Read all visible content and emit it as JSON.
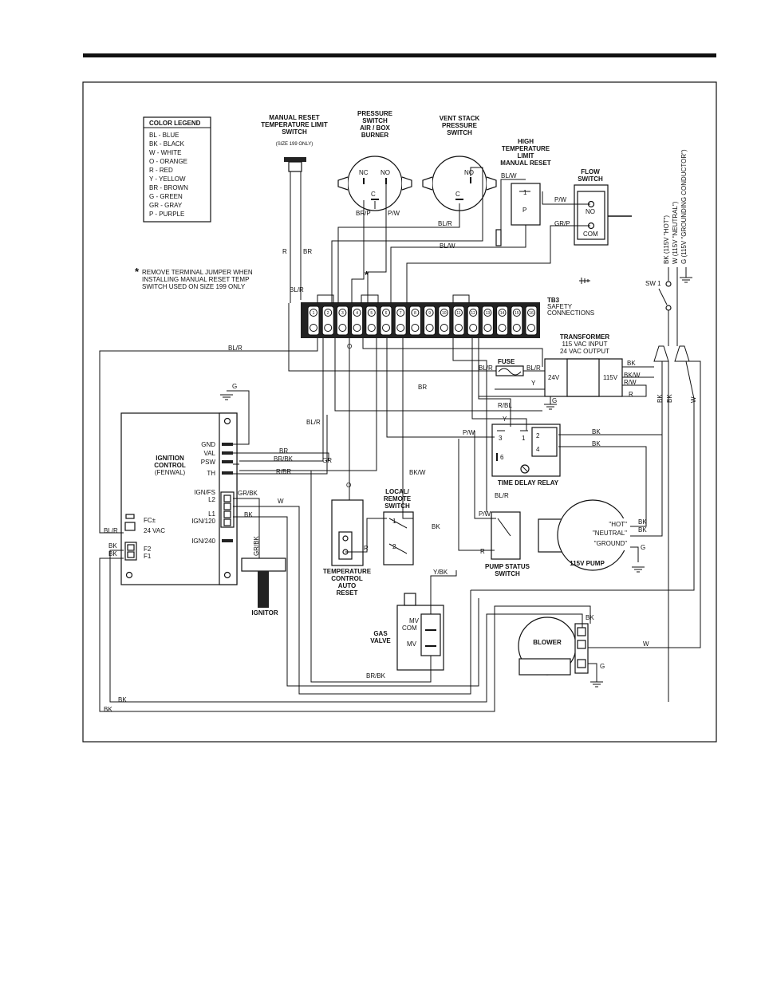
{
  "legend": {
    "title": "COLOR LEGEND",
    "items": [
      "BL  - BLUE",
      "BK  - BLACK",
      "W  -  WHITE",
      "O  -  ORANGE",
      "R  -  RED",
      "Y  -  YELLOW",
      "BR - BROWN",
      "G  -  GREEN",
      "GR - GRAY",
      "P  -  PURPLE"
    ]
  },
  "note": {
    "asterisk": "*",
    "lines": [
      "REMOVE TERMINAL JUMPER WHEN",
      "INSTALLING MANUAL RESET TEMP",
      "SWITCH USED ON SIZE 199 ONLY"
    ]
  },
  "components": {
    "manual_reset": [
      "MANUAL RESET",
      "TEMPERATURE LIMIT",
      "SWITCH"
    ],
    "manual_reset_sub": "(SIZE 199 ONLY)",
    "pressure_switch": [
      "PRESSURE",
      "SWITCH",
      "AIR / BOX",
      "BURNER"
    ],
    "vent_stack": [
      "VENT STACK",
      "PRESSURE",
      "SWITCH"
    ],
    "high_temp": [
      "HIGH",
      "TEMPERATURE",
      "LIMIT",
      "MANUAL RESET"
    ],
    "flow_switch": [
      "FLOW",
      "SWITCH"
    ],
    "tb3": [
      "TB3",
      "SAFETY",
      "CONNECTIONS"
    ],
    "transformer": [
      "TRANSFORMER",
      "115 VAC INPUT",
      "24 VAC OUTPUT"
    ],
    "fuse": "FUSE",
    "ignition": [
      "IGNITION",
      "CONTROL",
      "(FENWAL)"
    ],
    "time_delay": "TIME DELAY RELAY",
    "local_remote": [
      "LOCAL/",
      "REMOTE",
      "SWITCH"
    ],
    "temp_control": [
      "TEMPERATURE",
      "CONTROL",
      "AUTO",
      "RESET"
    ],
    "pump_status": [
      "PUMP STATUS",
      "SWITCH"
    ],
    "pump": "115V PUMP",
    "ignitor": "IGNITOR",
    "gas_valve": [
      "GAS",
      "VALVE"
    ],
    "blower": "BLOWER",
    "sw1": "SW 1"
  },
  "terminals": {
    "ign_left": [
      "GND",
      "VAL",
      "PSW",
      "TH",
      "IGN/FS",
      "L2",
      "L1",
      "IGN/120",
      "IGN/240"
    ],
    "ign_fc": [
      "FC±",
      "24 VAC",
      "F2",
      "F1"
    ],
    "pump_terms": [
      "\"HOT\"",
      "\"NEUTRAL\"",
      "\"GROUND\""
    ],
    "tb3_numbers": [
      "1",
      "2",
      "3",
      "4",
      "5",
      "6",
      "7",
      "8",
      "9",
      "10",
      "11",
      "12",
      "13",
      "14",
      "15",
      "16"
    ],
    "switch_nc": "NC",
    "switch_no": "NO",
    "switch_c": "C",
    "flow_no": "NO",
    "flow_com": "COM",
    "hl_1": "1",
    "hl_p": "P",
    "xfmr_24v": "24V",
    "xfmr_115v": "115V",
    "tdr_terms": [
      "3",
      "1",
      "2",
      "4",
      "6"
    ],
    "gas_mv_com": [
      "MV",
      "COM"
    ],
    "gas_mv": "MV",
    "lr_1": "1",
    "lr_2": "2"
  },
  "supply": [
    "BK (115V \"HOT\")",
    "W (115V \"NEUTRAL\")",
    "G (115V \"GROUNDING CONDUCTOR\")"
  ],
  "wire_labels": {
    "R": "R",
    "BR": "BR",
    "BL_R": "BL/R",
    "BL_W": "BL/W",
    "BR_P": "BR/P",
    "P_W": "P/W",
    "GR_P": "GR/P",
    "O": "O",
    "BK": "BK",
    "BK_W": "BK/W",
    "R_W": "R/W",
    "Y": "Y",
    "G": "G",
    "R_BL": "R/BL",
    "BR_BK": "BR/BK",
    "GR": "GR",
    "R_BR": "R/BR",
    "GR_BK": "GR/BK",
    "W": "W",
    "Y_BK": "Y/BK"
  }
}
